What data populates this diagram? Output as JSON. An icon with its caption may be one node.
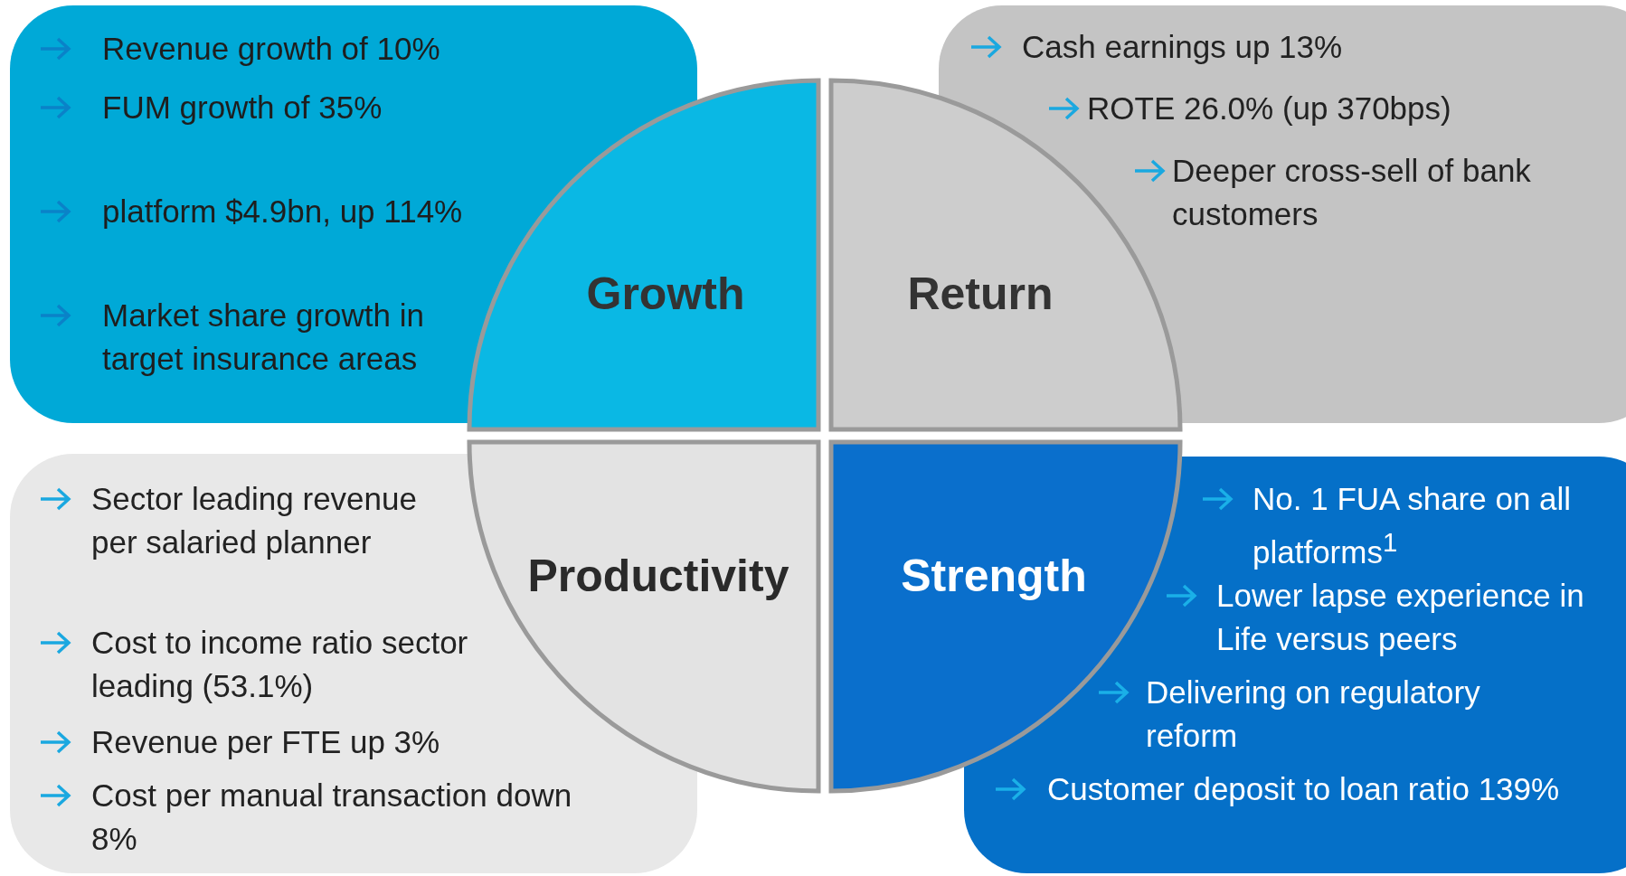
{
  "diagram": {
    "nodes": [
      {
        "text": [
          "Revenue growth of 10%",
          "FUM growth of 35%",
          "platform $4.9bn, up 114%",
          "Market share growth in target insurance areas"
        ]
      },
      {
        "text": [
          "Growth"
        ]
      },
      {
        "text": [
          "Cash earnings up 13%",
          "ROTE 26.0% (up 370bps)",
          "Deeper cross-sell of bank customers"
        ]
      },
      {
        "text": [
          "Return"
        ]
      },
      {
        "text": [
          "Sector leading revenue per salaried planner",
          "Cost to income ratio sector leading (53.1%)",
          "Revenue per FTE up 3%",
          "Cost per manual transaction down 8%"
        ]
      },
      {
        "text": [
          "Productivity"
        ]
      },
      {
        "text": [
          "No. 1 FUA share on all platforms$^{1}$",
          "Lower lapse experience in Life versus peers",
          "Delivering on regulatory reform",
          "Customer deposit to loan ratio 139%"
        ]
      },
      {
        "text": [
          "Strength"
        ]
      }
    ]
  }
}
